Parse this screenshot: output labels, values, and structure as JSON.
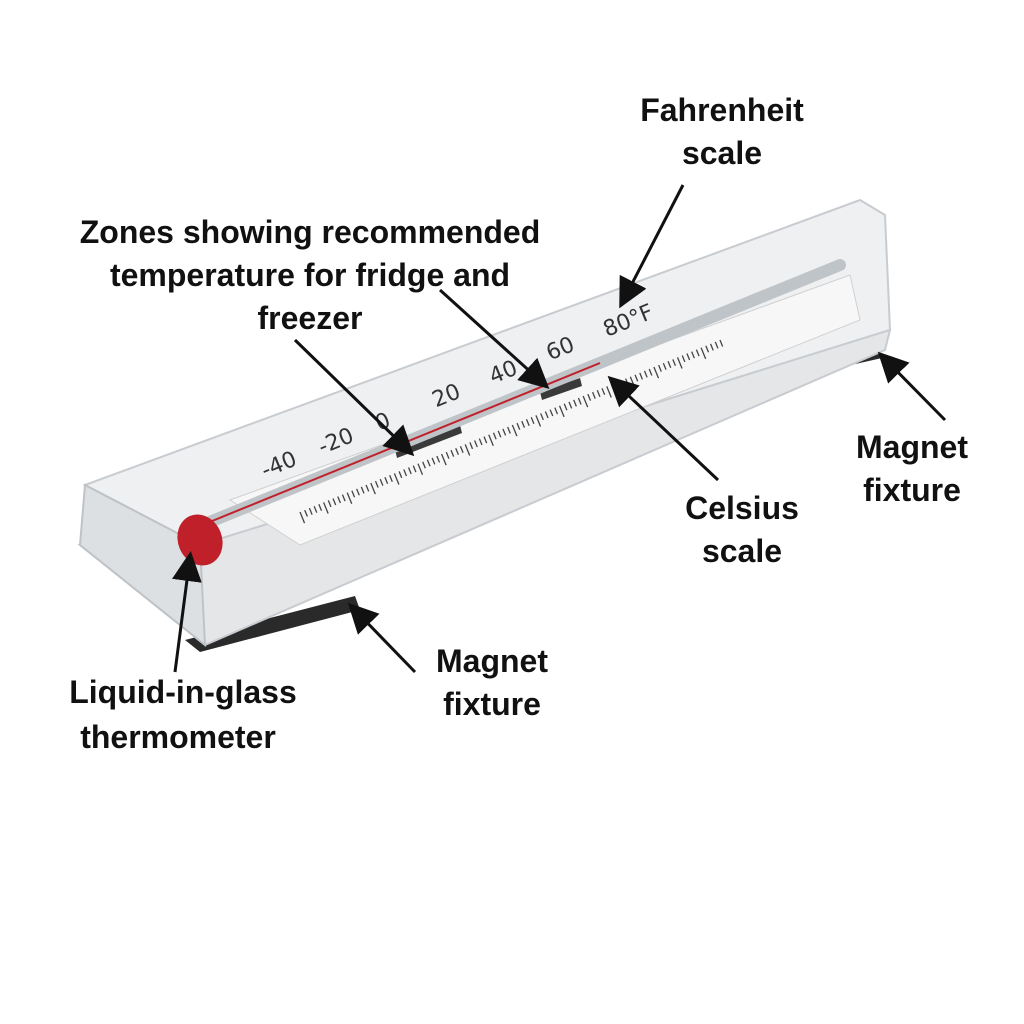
{
  "labels": {
    "fahrenheit": [
      "Fahrenheit",
      "scale"
    ],
    "zones": [
      "Zones showing recommended",
      "temperature for fridge and",
      "freezer"
    ],
    "magnet_right": [
      "Magnet",
      "fixture"
    ],
    "celsius": [
      "Celsius",
      "scale"
    ],
    "magnet_bottom": [
      "Magnet",
      "fixture"
    ],
    "thermometer": [
      "Liquid-in-glass",
      "thermometer"
    ]
  },
  "fahrenheit_scale": [
    "-40",
    "-20",
    "0",
    "20",
    "40",
    "60",
    "80°F"
  ],
  "colors": {
    "label": "#111111",
    "liquid": "#c0202a",
    "zone": "#3a3a3a",
    "magnet": "#2a2a2a"
  }
}
